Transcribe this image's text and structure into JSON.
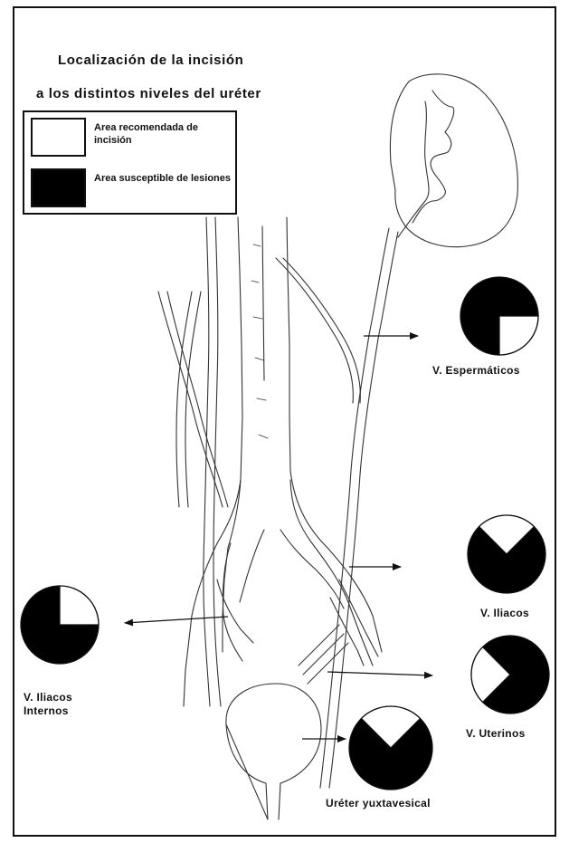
{
  "title": {
    "line1": "Localización de la incisión",
    "line2": "a los distintos niveles del uréter"
  },
  "legend": {
    "recommended": {
      "label": "Area recomendada de incisión",
      "color": "#ffffff"
    },
    "susceptible": {
      "label": "Area susceptible de lesiones",
      "color": "#000000"
    }
  },
  "levels": {
    "espermaticos": {
      "label": "V. Espermáticos",
      "recommended_fraction": 0.25,
      "recommended_sector": "bottom-right"
    },
    "iliacos": {
      "label": "V. Iliacos",
      "recommended_fraction": 0.25,
      "recommended_sector": "top"
    },
    "iliacos_internos": {
      "label": "V. Iliacos Internos",
      "recommended_fraction": 0.25,
      "recommended_sector": "top-right"
    },
    "uterinos": {
      "label": "V. Uterinos",
      "recommended_fraction": 0.25,
      "recommended_sector": "left"
    },
    "yuxtavesical": {
      "label": "Uréter yuxtavesical",
      "recommended_fraction": 0.25,
      "recommended_sector": "top"
    }
  }
}
